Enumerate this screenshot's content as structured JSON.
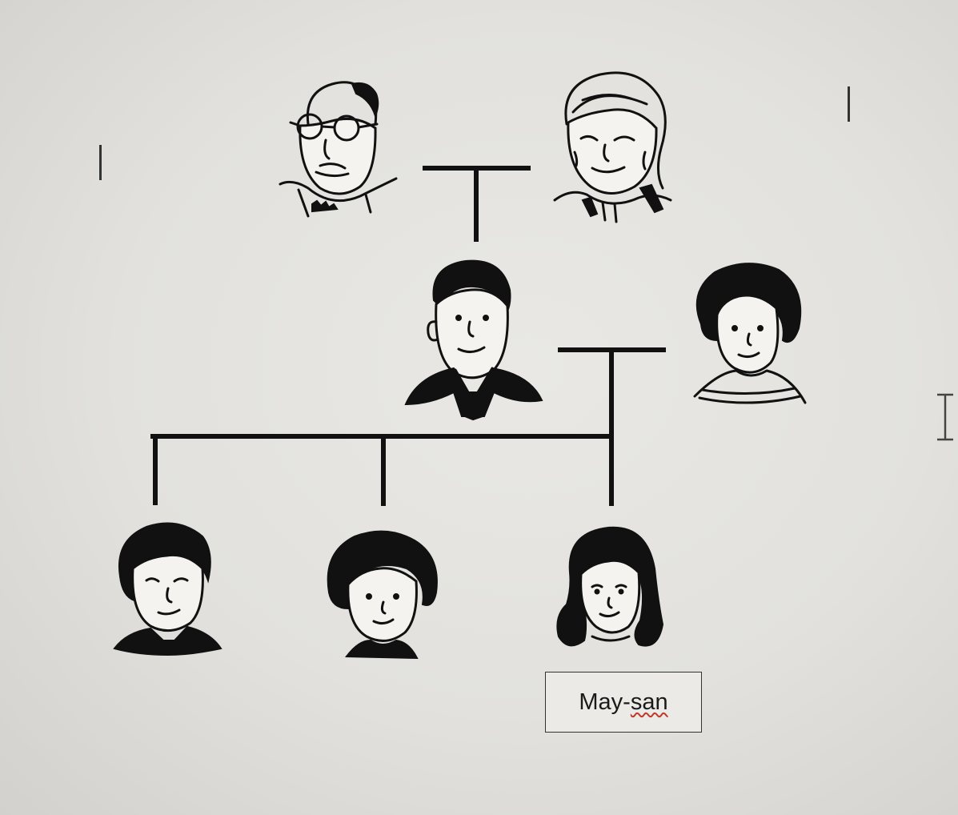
{
  "tree": {
    "label_prefix": "May-",
    "label_misspelled": "san"
  },
  "icons": [
    "grandfather-portrait",
    "grandmother-portrait",
    "father-portrait",
    "mother-portrait",
    "brother-portrait",
    "sister-portrait",
    "may-portrait"
  ],
  "colors": {
    "background": "#e3e2de",
    "line": "#111111",
    "spellcheck_underline": "#c0392b"
  }
}
